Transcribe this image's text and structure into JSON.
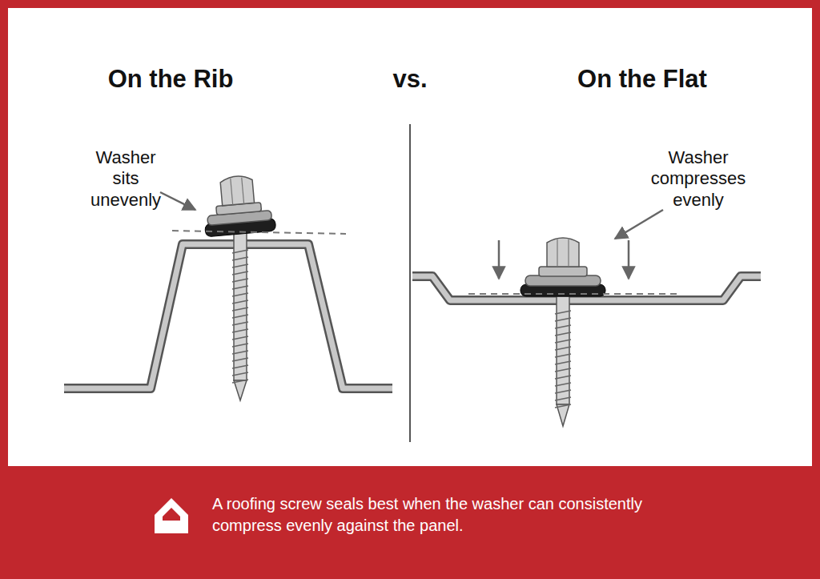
{
  "diagram": {
    "caption": "A roofing screw seals best when the washer can consistently compress evenly against the panel.",
    "labels": [
      "On the Rib",
      "vs.",
      "On the Flat",
      "Washer sits unevenly",
      "Washer compresses evenly"
    ]
  }
}
